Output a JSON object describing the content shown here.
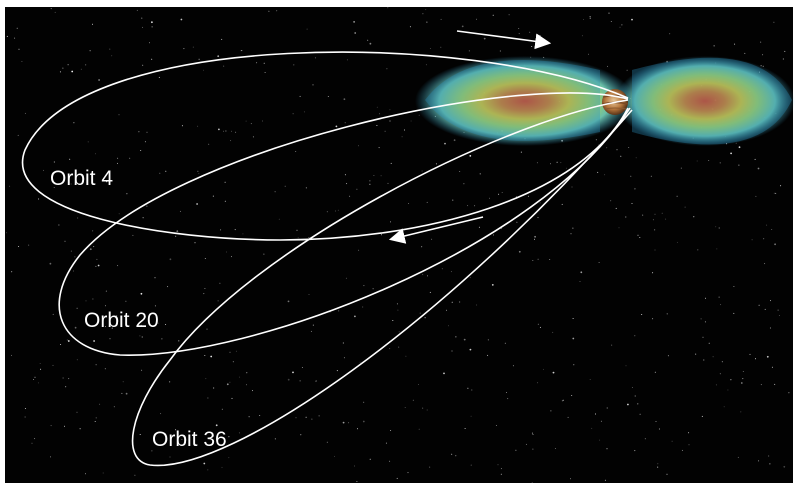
{
  "diagram": {
    "orbits": [
      {
        "label": "Orbit 4"
      },
      {
        "label": "Orbit 20"
      },
      {
        "label": "Orbit 36"
      }
    ],
    "colors": {
      "background": "#020202",
      "orbit_line": "#ffffff",
      "radiation_outer": "#3aa9cf",
      "radiation_mid": "#b8e05a",
      "radiation_inner": "#ff5a10",
      "planet": "#c98a4a"
    },
    "direction_arrows": [
      "arrow-right",
      "arrow-left"
    ]
  }
}
